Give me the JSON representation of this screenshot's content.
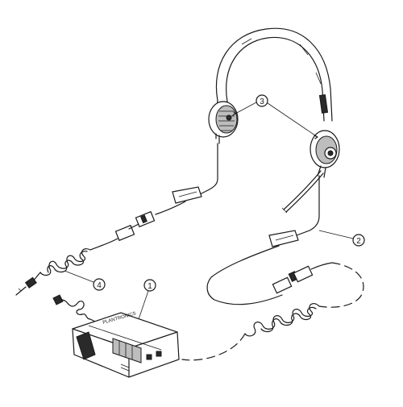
{
  "figure": {
    "brand_text": "PLANTRONICS",
    "callouts": [
      {
        "id": "amplifier",
        "label": "1"
      },
      {
        "id": "headset-cord",
        "label": "2"
      },
      {
        "id": "earpiece",
        "label": "3"
      },
      {
        "id": "telephone-cord",
        "label": "4"
      }
    ]
  },
  "colors": {
    "ink": "#1a1a1a",
    "background": "#ffffff",
    "shading": "#bdbdbd"
  }
}
